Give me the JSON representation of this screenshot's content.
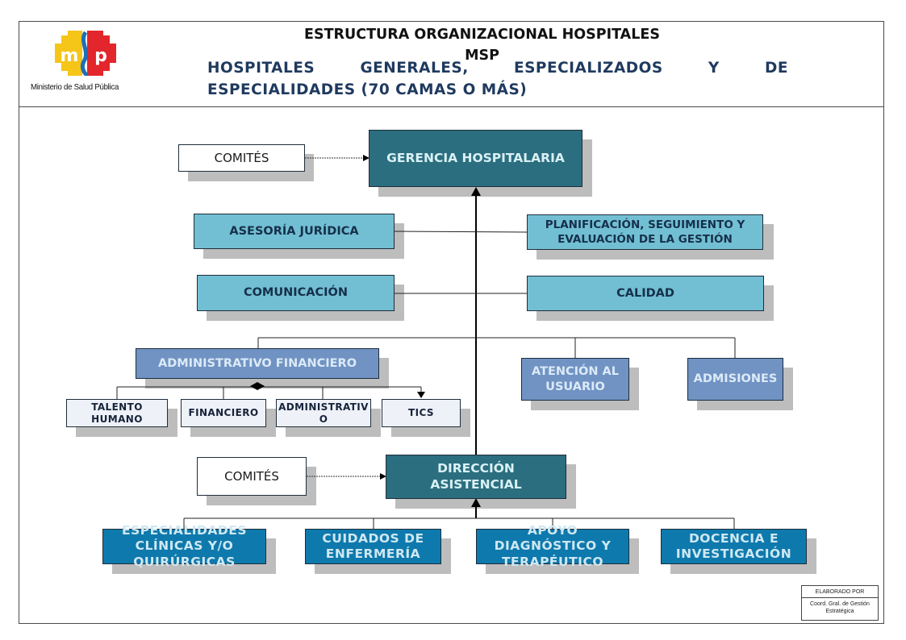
{
  "header": {
    "logo_text": "msp",
    "logo_caption": "Ministerio de Salud Pública",
    "title_line1": "ESTRUCTURA ORGANIZACIONAL HOSPITALES",
    "title_line2": "MSP",
    "subtitle_words": [
      "HOSPITALES",
      "GENERALES,",
      "ESPECIALIZADOS",
      "Y",
      "DE"
    ],
    "subtitle_line2": "ESPECIALIDADES (70 CAMAS O MÁS)"
  },
  "colors": {
    "dark_teal": "#2b6e7f",
    "light_blue": "#72bfd4",
    "slate_blue": "#7093c3",
    "pale": "#eef1f8",
    "process_blue": "#0e79ad",
    "title_navy": "#1f3a5f",
    "logo_yellow": "#f5c518",
    "logo_red": "#e3262b",
    "logo_blue": "#1d6fb8"
  },
  "org": {
    "comites_top": "COMITÉS",
    "gerencia": "GERENCIA HOSPITALARIA",
    "asesoria": "ASESORÍA JURÍDICA",
    "planificacion": "PLANIFICACIÓN, SEGUIMIENTO Y EVALUACIÓN DE LA GESTIÓN",
    "comunicacion": "COMUNICACIÓN",
    "calidad": "CALIDAD",
    "admin_financiero": "ADMINISTRATIVO FINANCIERO",
    "atencion_usuario": "ATENCIÓN AL USUARIO",
    "admisiones": "ADMISIONES",
    "sub_units": [
      "TALENTO HUMANO",
      "FINANCIERO",
      "ADMINISTRATIV O",
      "TICS"
    ],
    "comites_bottom": "COMITÉS",
    "direccion": "DIRECCIÓN ASISTENCIAL",
    "asistencial_units": [
      "ESPECIALIDADES CLÍNICAS Y/O QUIRÚRGICAS",
      "CUIDADOS DE ENFERMERÍA",
      "APOYO DIAGNÓSTICO Y TERAPÉUTICO",
      "DOCENCIA E INVESTIGACIÓN"
    ]
  },
  "stamp": {
    "label": "ELABORADO POR",
    "author": "Coord. Gral. de Gestión Estratégica"
  }
}
